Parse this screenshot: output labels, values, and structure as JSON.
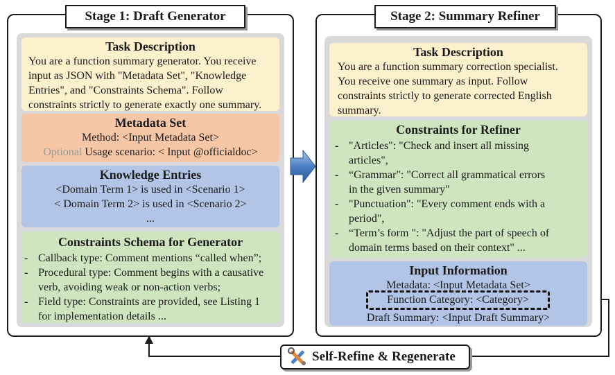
{
  "stage1": {
    "title": "Stage 1: Draft Generator",
    "task": {
      "heading": "Task Description",
      "lines": [
        "You are a function summary generator. You receive",
        "input as JSON with \"Metadata Set\", \"Knowledge",
        "Entries\", and \"Constraints Schema\". Follow",
        "constraints strictly to generate exactly one summary."
      ]
    },
    "metadata": {
      "heading": "Metadata Set",
      "line1": "Method: <Input Metadata Set>",
      "optional_word": "Optional",
      "line2": "Usage scenario: < Input @officialdoc>"
    },
    "knowledge": {
      "heading": "Knowledge Entries",
      "lines": [
        "<Domain Term 1> is used in <Scenario 1>",
        "< Domain Term  2> is used in <Scenario 2>",
        "..."
      ]
    },
    "constraints": {
      "heading": "Constraints Schema for Generator",
      "items": [
        [
          "Callback type: Comment mentions “called when”;"
        ],
        [
          "Procedural type: Comment begins with a causative",
          "verb, avoiding weak or non-action verbs;"
        ],
        [
          "Field type: Constraints are provided, see Listing 1",
          "for implementation details ..."
        ]
      ]
    }
  },
  "stage2": {
    "title": "Stage 2: Summary Refiner",
    "task": {
      "heading": "Task Description",
      "lines": [
        "You are a function summary correction specialist.",
        "You receive one summary as input. Follow",
        "constraints strictly to generate corrected English",
        "summary."
      ]
    },
    "constraints": {
      "heading": "Constraints for Refiner",
      "items": [
        [
          " \"Articles\": \"Check and insert all missing",
          "articles\","
        ],
        [
          "“Grammar\": \"Correct all grammatical errors",
          "in the given summary\""
        ],
        [
          "\"Punctuation\": \"Every comment ends with a",
          "period\","
        ],
        [
          "“Term’s form \": \"Adjust the part of speech of",
          "domain terms based on their context\" ..."
        ]
      ]
    },
    "input": {
      "heading": "Input Information",
      "metadata": "Metadata: <Input Metadata Set>",
      "category": "Function Category: <Category>",
      "draft": "Draft Summary: <Input Draft Summary>"
    }
  },
  "loop_label": "Self-Refine & Regenerate",
  "colors": {
    "yellow": "#fdf0cd",
    "orange": "#f6c6a6",
    "blue": "#b3c5e6",
    "green": "#cfe5bf",
    "arrow": "#4d7fc4"
  },
  "icons": [
    "arrow-right-icon",
    "tools-icon"
  ]
}
